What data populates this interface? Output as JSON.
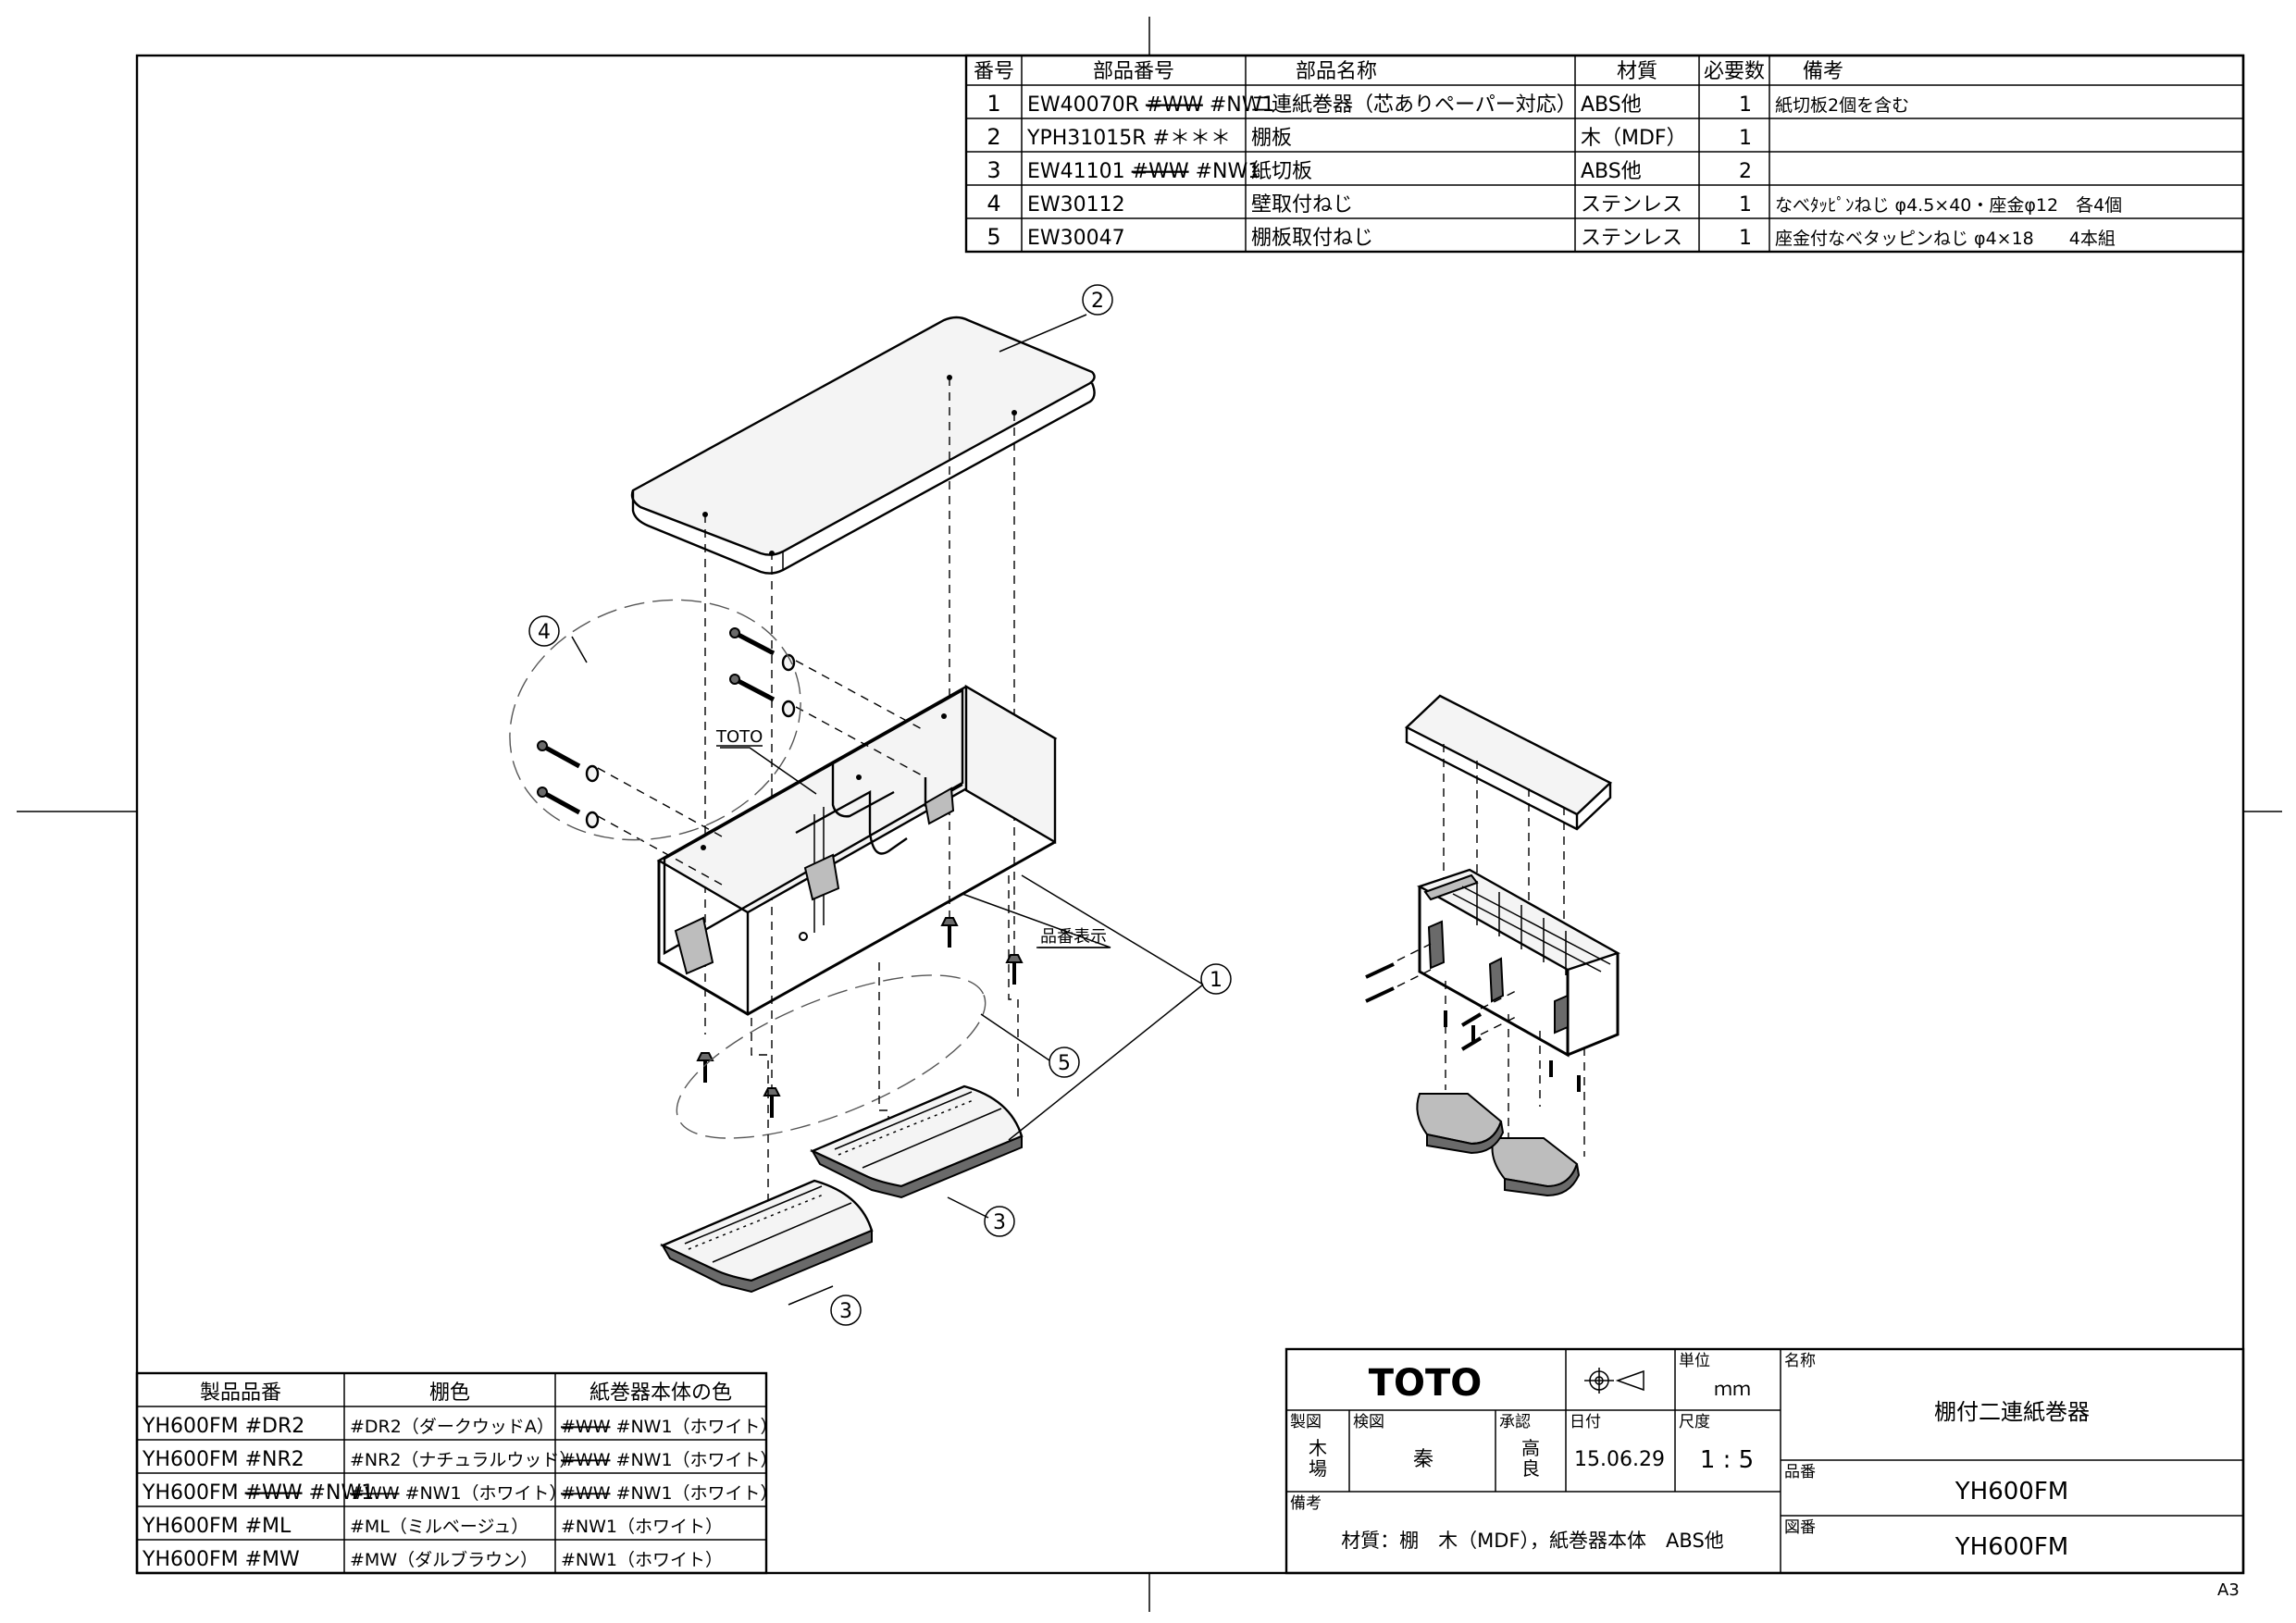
{
  "parts_table": {
    "headers": [
      "番号",
      "部品番号",
      "部品名称",
      "材質",
      "必要数",
      "備考"
    ],
    "rows": [
      {
        "no": "1",
        "part_pre": "EW40070R ",
        "part_strike": "#WW",
        "part_post": " #NW1",
        "name": "二連紙巻器（芯ありペーパー対応）",
        "material": "ABS他",
        "qty": "1",
        "note": "紙切板2個を含む"
      },
      {
        "no": "2",
        "part_pre": "YPH31015R #＊＊＊",
        "part_strike": "",
        "part_post": "",
        "name": "棚板",
        "material": "木（MDF）",
        "qty": "1",
        "note": ""
      },
      {
        "no": "3",
        "part_pre": "EW41101 ",
        "part_strike": "#WW",
        "part_post": " #NW1",
        "name": "紙切板",
        "material": "ABS他",
        "qty": "2",
        "note": ""
      },
      {
        "no": "4",
        "part_pre": "EW30112",
        "part_strike": "",
        "part_post": "",
        "name": "壁取付ねじ",
        "material": "ステンレス",
        "qty": "1",
        "note": "なべﾀｯﾋﾟﾝねじ φ4.5×40・座金φ12　各4個"
      },
      {
        "no": "5",
        "part_pre": "EW30047",
        "part_strike": "",
        "part_post": "",
        "name": "棚板取付ねじ",
        "material": "ステンレス",
        "qty": "1",
        "note": "座金付なベタッピンねじ φ4×18　　4本組"
      }
    ]
  },
  "callouts": {
    "c1": "1",
    "c2": "2",
    "c3a": "3",
    "c3b": "3",
    "c4": "4",
    "c5": "5",
    "toto_mark": "TOTO",
    "hinban_label": "品番表示"
  },
  "color_table": {
    "headers": [
      "製品品番",
      "棚色",
      "紙巻器本体の色"
    ],
    "rows": [
      {
        "product_pre": "YH600FM #DR2",
        "product_strike": "",
        "product_post": "",
        "shelf": "#DR2（ダークウッドA）",
        "body_strike": "#WW",
        "body_post": " #NW1（ホワイト）"
      },
      {
        "product_pre": "YH600FM #NR2",
        "product_strike": "",
        "product_post": "",
        "shelf": "#NR2（ナチュラルウッド）",
        "body_strike": "#WW",
        "body_post": " #NW1（ホワイト）"
      },
      {
        "product_pre": "YH600FM ",
        "product_strike": "#WW",
        "product_post": " #NW1",
        "shelf_strike": "#WW",
        "shelf": " #NW1（ホワイト）",
        "body_strike": "#WW",
        "body_post": " #NW1（ホワイト）"
      },
      {
        "product_pre": "YH600FM #ML",
        "product_strike": "",
        "product_post": "",
        "shelf": "#ML（ミルベージュ）",
        "body_strike": "",
        "body_post": "#NW1（ホワイト）"
      },
      {
        "product_pre": "YH600FM #MW",
        "product_strike": "",
        "product_post": "",
        "shelf": "#MW（ダルブラウン）",
        "body_strike": "",
        "body_post": "#NW1（ホワイト）"
      }
    ]
  },
  "title_block": {
    "brand": "TOTO",
    "unit_label": "単位",
    "unit_value": "ｍｍ",
    "name_label": "名称",
    "name_value": "棚付二連紙巻器",
    "drawn_label": "製図",
    "drawn_value_1": "木",
    "drawn_value_2": "場",
    "checked_label": "検図",
    "checked_value": "秦",
    "approved_label": "承認",
    "approved_value_1": "高",
    "approved_value_2": "良",
    "date_label": "日付",
    "date_value": "15.06.29",
    "scale_label": "尺度",
    "scale_value": "1 : 5",
    "hinban_label": "品番",
    "hinban_value": "YH600FM",
    "remarks_label": "備考",
    "remarks_value": "材質：棚　木（MDF），紙巻器本体　ABS他",
    "zuban_label": "図番",
    "zuban_value": "YH600FM"
  },
  "sheet_size": "A3"
}
